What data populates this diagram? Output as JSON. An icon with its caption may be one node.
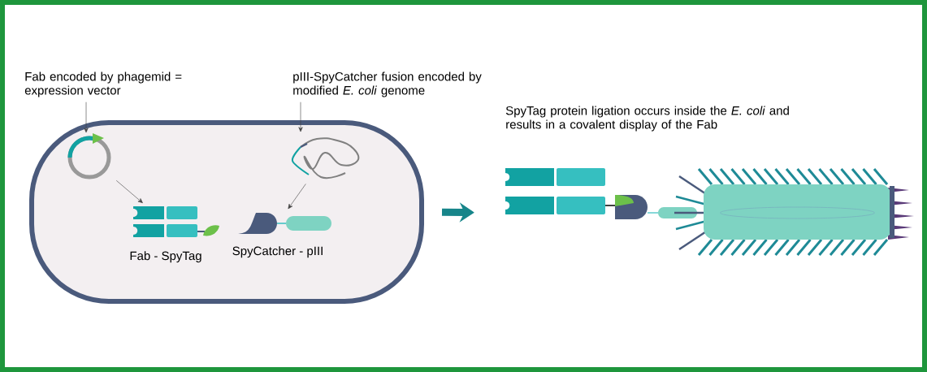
{
  "diagram": {
    "nodes": [
      {
        "text": [
          "Fab encoded by phagemid = expression vector"
        ]
      },
      {
        "text": [
          "pIII-SpyCatcher fusion encoded by modified *E. coli* genome"
        ]
      },
      {
        "text": [],
        "shape": "box"
      },
      {
        "text": [],
        "shape": "picture",
        "in": 2
      },
      {
        "text": [],
        "shape": "picture",
        "in": 2
      },
      {
        "text": [],
        "shape": "picture",
        "in": 2,
        "beside": [
          "Fab - SpyTag"
        ]
      },
      {
        "text": [],
        "shape": "picture",
        "in": 2,
        "beside": [
          "SpyCatcher - pIII"
        ]
      },
      {
        "text": [
          "SpyTag protein ligation occurs inside the *E. coli* and results in a covalent display of the Fab"
        ]
      },
      {
        "text": [],
        "shape": "picture"
      }
    ],
    "edges": [
      {
        "from": 0,
        "to": 3,
        "arrow": "to"
      },
      {
        "from": 1,
        "to": 4,
        "arrow": "to"
      },
      {
        "from": 3,
        "to": 5,
        "arrow": "to"
      },
      {
        "from": 4,
        "to": 6,
        "arrow": "to"
      },
      {
        "from": 2,
        "to": 8,
        "arrow": "to",
        "style": "thick",
        "color": "#17858a"
      }
    ]
  }
}
